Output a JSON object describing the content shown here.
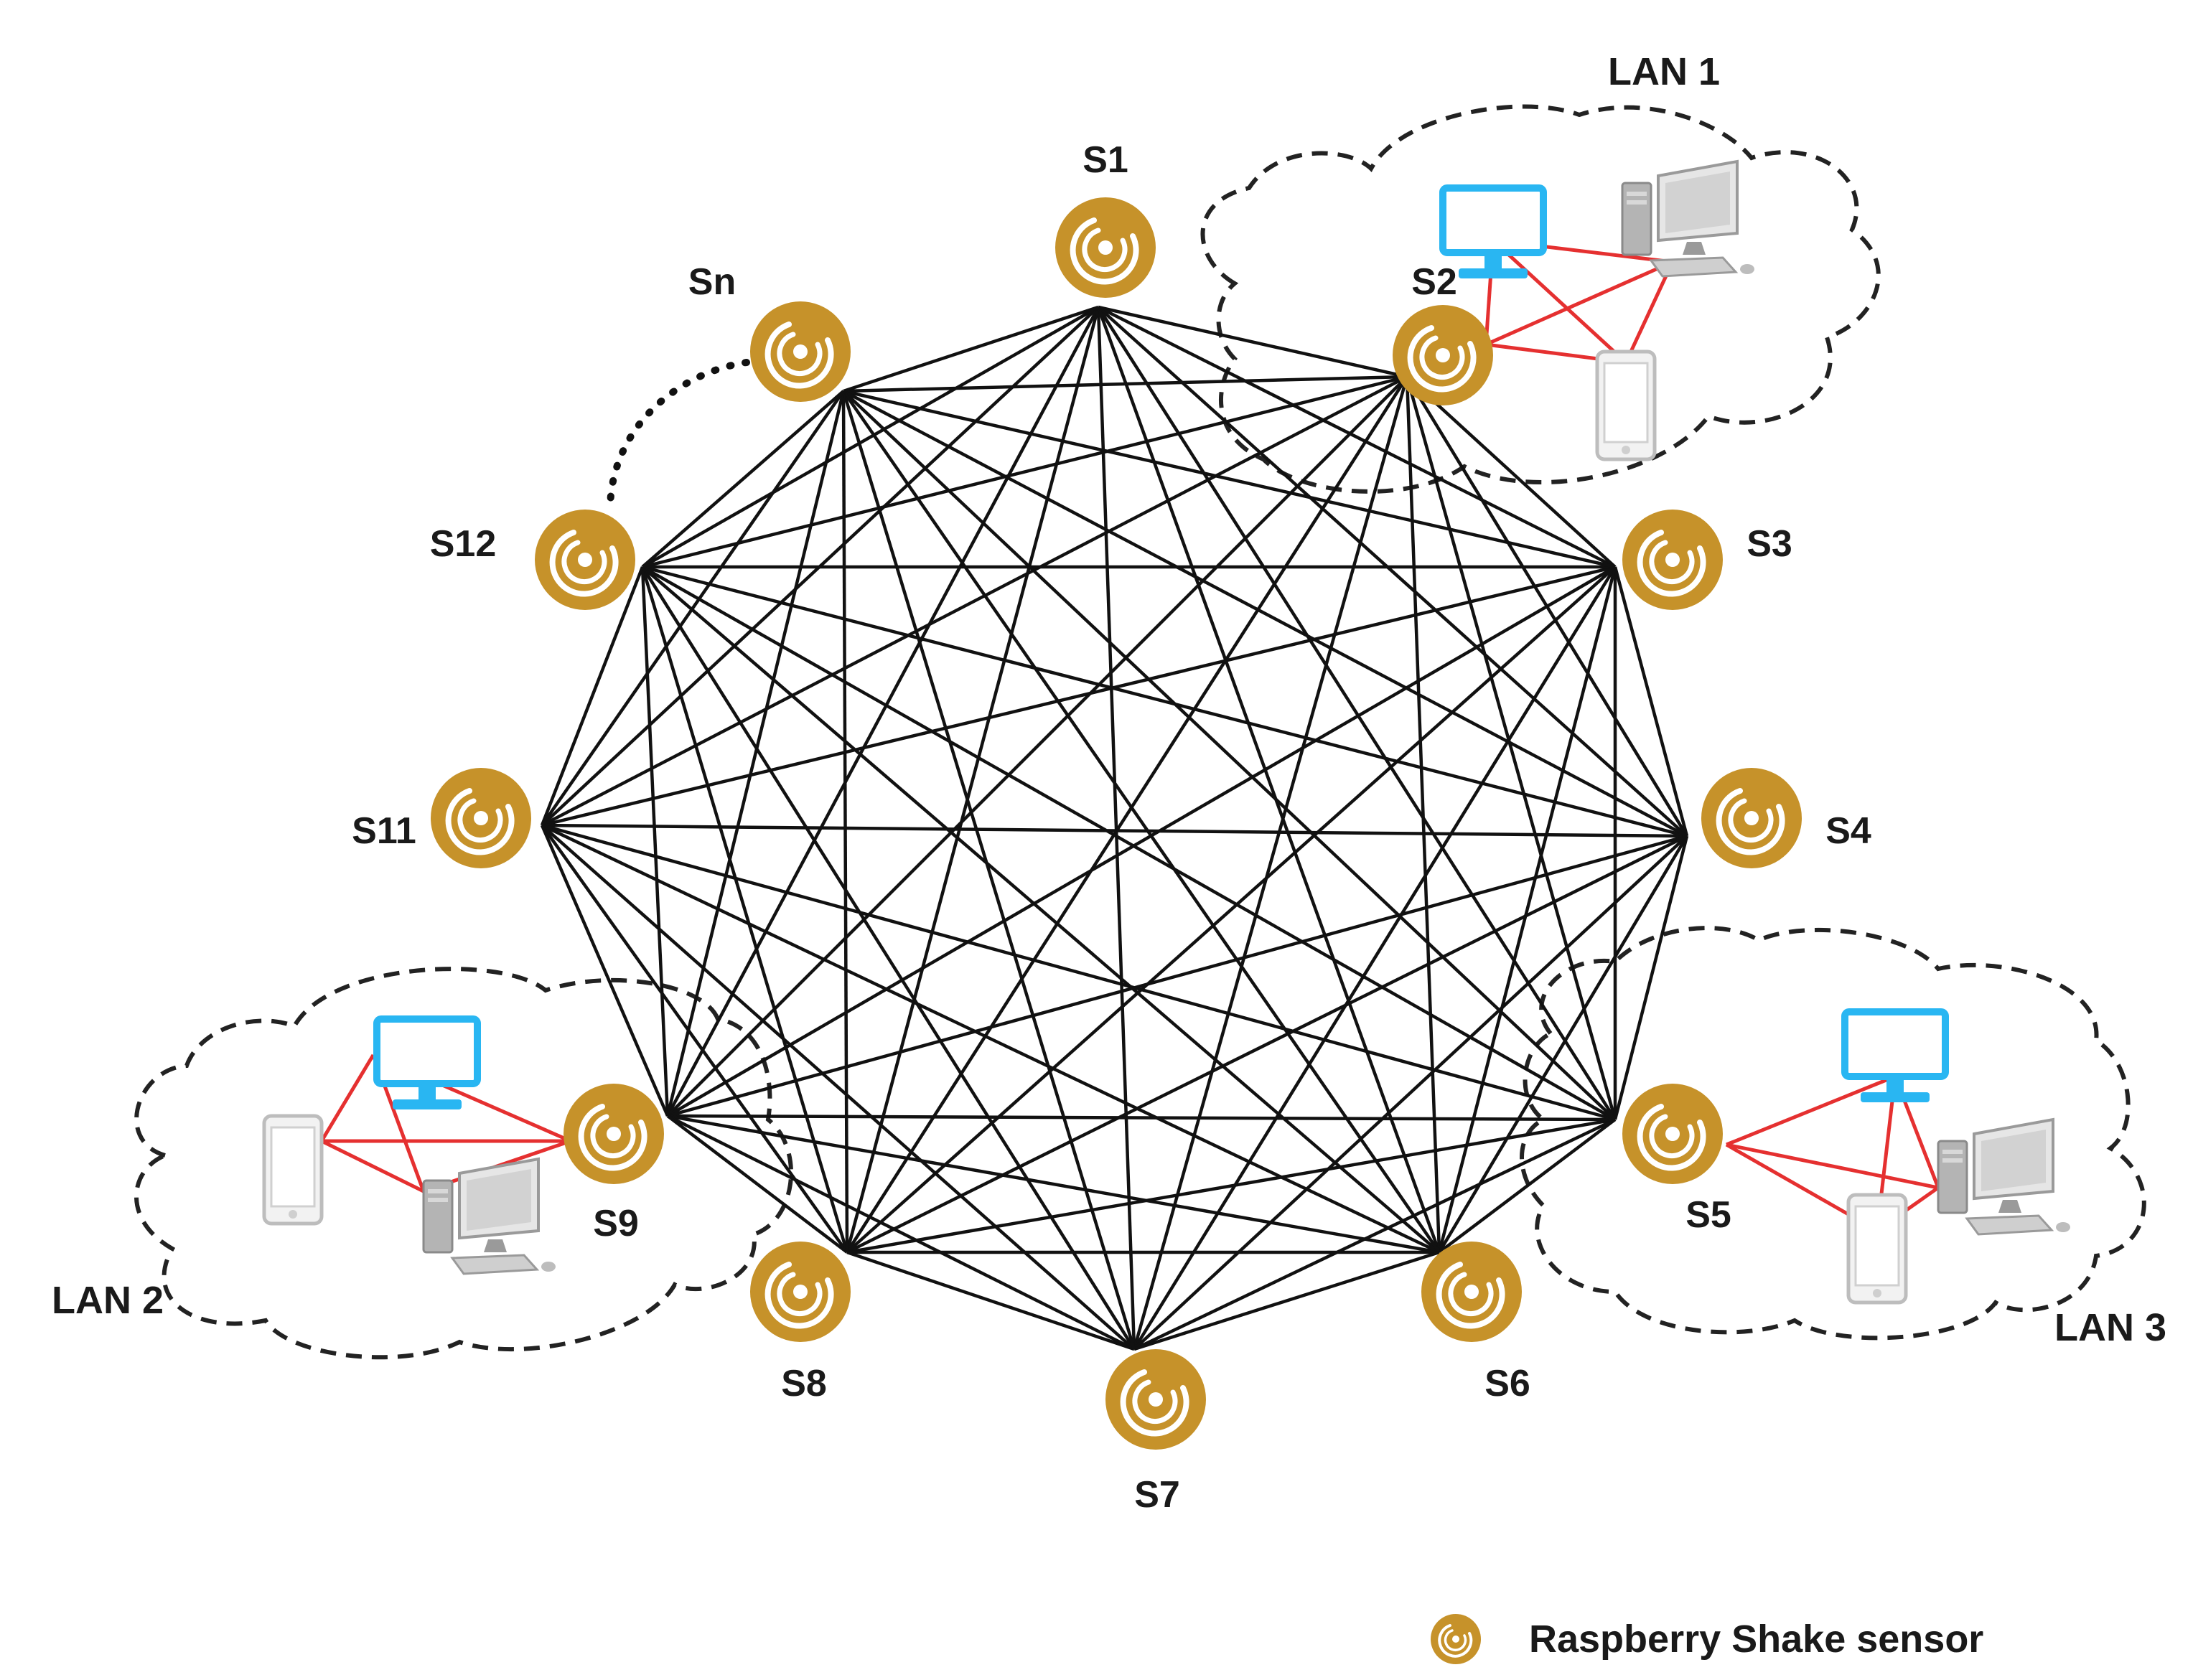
{
  "colors": {
    "sensor": "#C6922A",
    "mesh_line": "#111111",
    "lan_link": "#E53030",
    "monitor": "#29B6F2",
    "device_gray": "#BDBDBD",
    "cloud_border": "#222222"
  },
  "sensors": [
    {
      "id": "S1",
      "label": "S1"
    },
    {
      "id": "S2",
      "label": "S2"
    },
    {
      "id": "S3",
      "label": "S3"
    },
    {
      "id": "S4",
      "label": "S4"
    },
    {
      "id": "S5",
      "label": "S5"
    },
    {
      "id": "S6",
      "label": "S6"
    },
    {
      "id": "S7",
      "label": "S7"
    },
    {
      "id": "S8",
      "label": "S8"
    },
    {
      "id": "S9",
      "label": "S9"
    },
    {
      "id": "S11",
      "label": "S11"
    },
    {
      "id": "S12",
      "label": "S12"
    },
    {
      "id": "Sn",
      "label": "Sn"
    }
  ],
  "lans": [
    {
      "id": "lan1",
      "label": "LAN 1",
      "sensor": "S2"
    },
    {
      "id": "lan2",
      "label": "LAN 2",
      "sensor": "S9"
    },
    {
      "id": "lan3",
      "label": "LAN 3",
      "sensor": "S5"
    }
  ],
  "legend": {
    "icon": "sensor-icon",
    "label": "Raspberry Shake sensor"
  }
}
